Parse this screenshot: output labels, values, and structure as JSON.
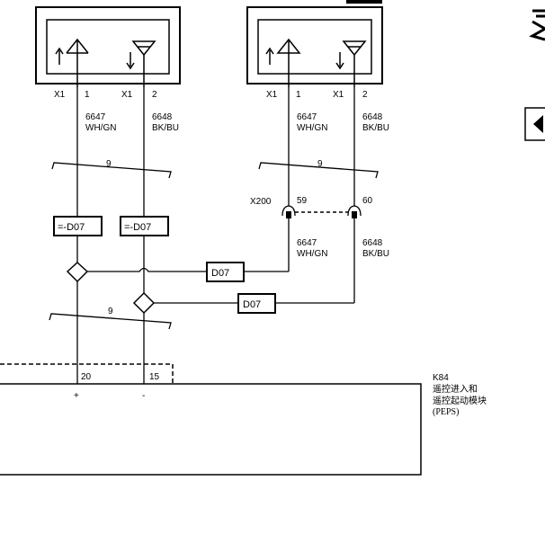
{
  "connectors": {
    "left_top": {
      "pin1_conn": "X1",
      "pin1": "1",
      "pin2_conn": "X1",
      "pin2": "2"
    },
    "right_top": {
      "pin1_conn": "X1",
      "pin1": "1",
      "pin2_conn": "X1",
      "pin2": "2"
    }
  },
  "wires": {
    "left_top_a": {
      "circuit": "6647",
      "color": "WH/GN"
    },
    "left_top_b": {
      "circuit": "6648",
      "color": "BK/BU"
    },
    "right_top_a": {
      "circuit": "6647",
      "color": "WH/GN"
    },
    "right_top_b": {
      "circuit": "6648",
      "color": "BK/BU"
    },
    "right_mid_a": {
      "circuit": "6647",
      "color": "WH/GN"
    },
    "right_mid_b": {
      "circuit": "6648",
      "color": "BK/BU"
    }
  },
  "twist": {
    "left_top": "9",
    "right_top": "9",
    "left_bottom": "9"
  },
  "inline_connector": {
    "name": "X200",
    "pin_a": "59",
    "pin_b": "60"
  },
  "refs": {
    "left_a": "=-D07",
    "left_b": "=-D07",
    "right_a": "D07",
    "right_b": "D07"
  },
  "module": {
    "pin_a": "20",
    "pin_b": "15",
    "sign_a": "+",
    "sign_b": "-",
    "code": "K84",
    "name_line1": "遥控进入和",
    "name_line2": "遥控起动模块",
    "abbr": "(PEPS)"
  }
}
